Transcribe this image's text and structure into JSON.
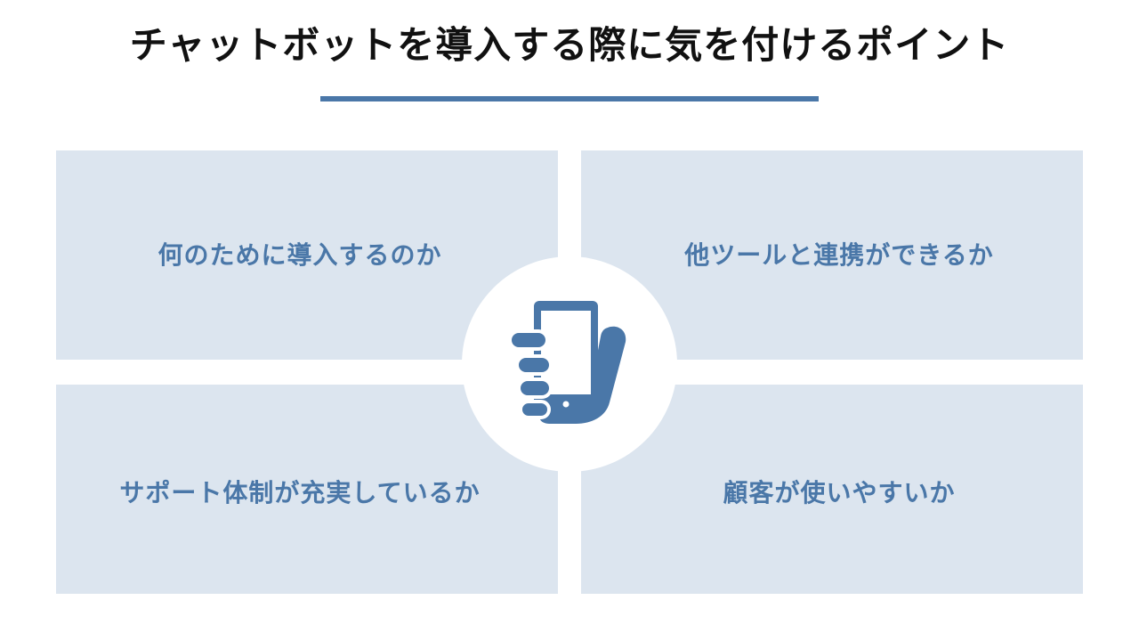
{
  "title": "チャットボットを導入する際に気を付けるポイント",
  "colors": {
    "accent": "#4a77a8",
    "panel_background": "#dce5ef",
    "title_text": "#111111",
    "background": "#ffffff"
  },
  "center_icon": "hand-holding-smartphone-icon",
  "points": [
    {
      "position": "top-left",
      "label": "何のために導入するのか"
    },
    {
      "position": "top-right",
      "label": "他ツールと連携ができるか"
    },
    {
      "position": "bottom-left",
      "label": "サポート体制が充実しているか"
    },
    {
      "position": "bottom-right",
      "label": "顧客が使いやすいか"
    }
  ]
}
